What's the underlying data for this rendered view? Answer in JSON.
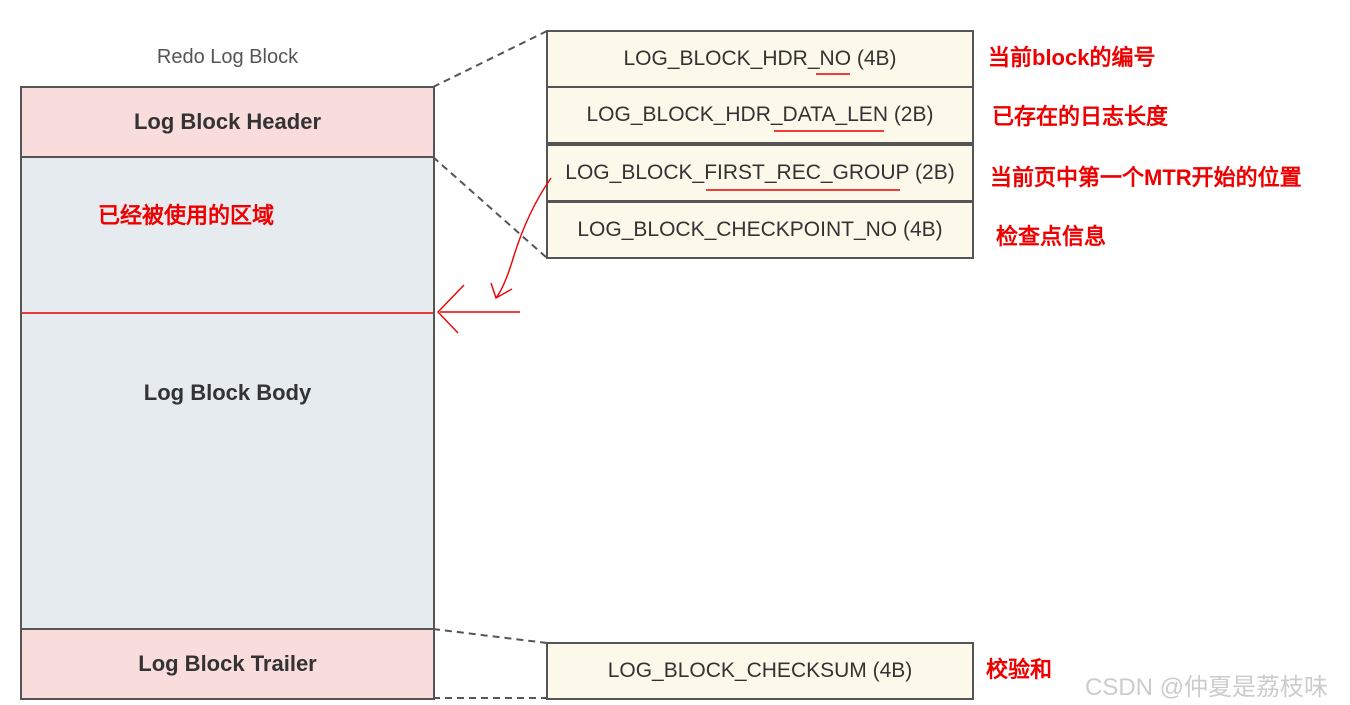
{
  "block_title": "Redo Log Block",
  "regions": {
    "header": "Log Block Header",
    "body": "Log Block Body",
    "trailer": "Log Block Trailer"
  },
  "used_area_label": "已经被使用的区域",
  "header_fields": [
    {
      "label": "LOG_BLOCK_HDR_NO (4B)",
      "note": "当前block的编号"
    },
    {
      "label": "LOG_BLOCK_HDR_DATA_LEN (2B)",
      "note": "已存在的日志长度"
    },
    {
      "label": "LOG_BLOCK_FIRST_REC_GROUP (2B)",
      "note": "当前页中第一个MTR开始的位置"
    },
    {
      "label": "LOG_BLOCK_CHECKPOINT_NO (4B)",
      "note": "检查点信息"
    }
  ],
  "trailer_fields": [
    {
      "label": "LOG_BLOCK_CHECKSUM (4B)",
      "note": "校验和"
    }
  ],
  "watermark": "CSDN @仲夏是荔枝味",
  "colors": {
    "header_fill": "#f9dcdc",
    "body_fill": "#e6ebef",
    "field_fill": "#fdf9ea",
    "annotation": "#ee0000"
  }
}
